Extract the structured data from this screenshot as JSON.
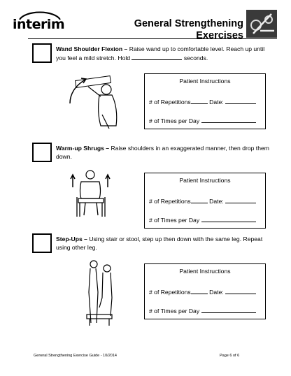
{
  "brand": {
    "logo_text": "interim"
  },
  "title_lines": [
    "General Strengthening",
    "Exercises"
  ],
  "exercises": [
    {
      "name": "Wand Shoulder Flexion –",
      "text_line1": " Raise wand up to comfortable level. Reach up until",
      "text_line2a": "you feel a mild stretch. Hold ",
      "text_line2b": " seconds."
    },
    {
      "name": "Warm-up Shrugs –",
      "text_line1": " Raise shoulders in an exaggerated manner, then drop them",
      "text_line2": "down."
    },
    {
      "name": "Step-Ups –",
      "text_line1": " Using stair or stool, step up then down with the same leg. Repeat",
      "text_line2": "using other leg."
    }
  ],
  "instructions": {
    "title": "Patient Instructions",
    "reps_label": "# of Repetitions",
    "date_label": "Date:",
    "times_label": "# of Times per Day"
  },
  "footer": {
    "left": "General Strengthening Exercise Guide - 10/2014",
    "right": "Page 6 of 6"
  }
}
